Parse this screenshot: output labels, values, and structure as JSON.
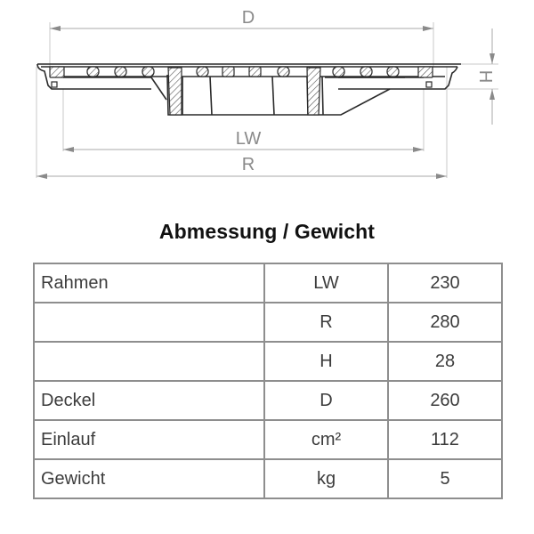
{
  "drawing": {
    "labels": {
      "D": "D",
      "LW": "LW",
      "R": "R",
      "H": "H"
    },
    "line_color": "#9a9a9a",
    "part_color": "#2a2a2a"
  },
  "title": "Abmessung / Gewicht",
  "table": {
    "rows": [
      {
        "component": "Rahmen",
        "unit": "LW",
        "value": "230"
      },
      {
        "component": "",
        "unit": "R",
        "value": "280"
      },
      {
        "component": "",
        "unit": "H",
        "value": "28"
      },
      {
        "component": "Deckel",
        "unit": "D",
        "value": "260"
      },
      {
        "component": "Einlauf",
        "unit": "cm²",
        "value": "112"
      },
      {
        "component": "Gewicht",
        "unit": "kg",
        "value": "5"
      }
    ]
  }
}
